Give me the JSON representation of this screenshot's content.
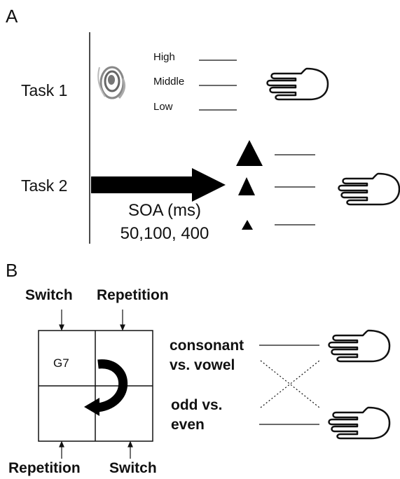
{
  "panel_a": {
    "letter": "A",
    "task1_label": "Task 1",
    "task2_label": "Task 2",
    "pitch_levels": [
      "High",
      "Middle",
      "Low"
    ],
    "soa_label": "SOA (ms)",
    "soa_values": "50,100, 400",
    "icons": [
      "speaker-icon",
      "hand-icon",
      "triangle-icon"
    ]
  },
  "panel_b": {
    "letter": "B",
    "top_labels": [
      "Switch",
      "Repetition"
    ],
    "bottom_labels": [
      "Repetition",
      "Switch"
    ],
    "cell_text": "G7",
    "task_labels": [
      "consonant",
      "vs. vowel",
      "odd vs.",
      "even"
    ],
    "icons": [
      "curved-arrow-icon",
      "hand-icon"
    ]
  }
}
